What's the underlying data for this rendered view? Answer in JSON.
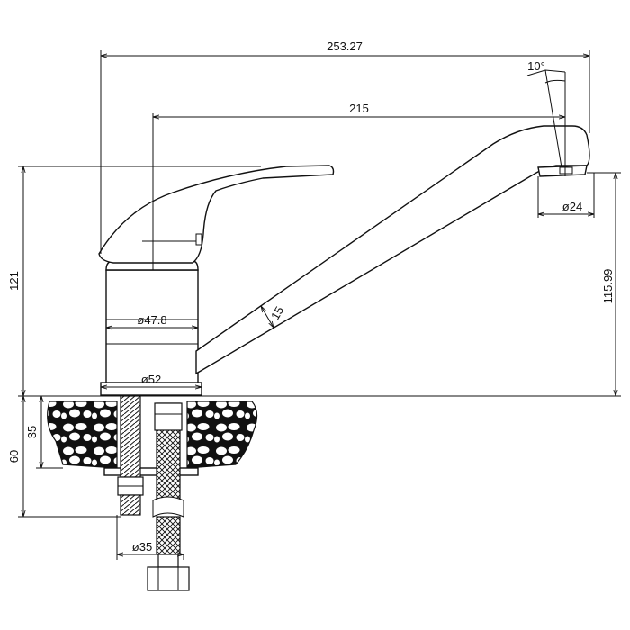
{
  "dimensions": {
    "overall_reach": "253.27",
    "spout_reach": "215",
    "aerator_angle": "10°",
    "aerator_diameter": "ø24",
    "body_height": "121",
    "spout_outlet_height": "115.99",
    "body_diameter": "ø47.8",
    "base_diameter": "ø52",
    "spout_tube": "15",
    "counter_thickness": "35",
    "under_counter_depth": "60",
    "stud_spacing": "ø35"
  },
  "colors": {
    "line": "#111111",
    "background": "#ffffff"
  }
}
